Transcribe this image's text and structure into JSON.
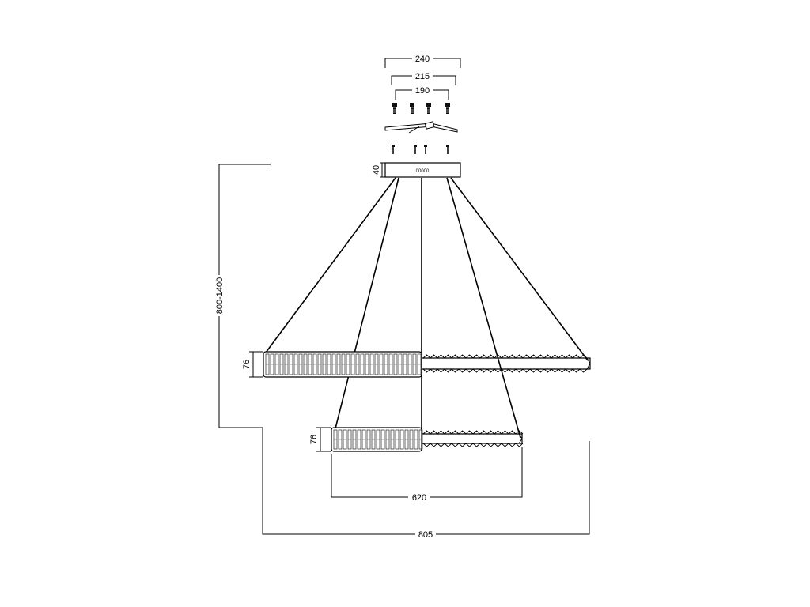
{
  "dimensions": {
    "width_240": "240",
    "width_215": "215",
    "width_190": "190",
    "canopy_height": "40",
    "drop_range": "800-1400",
    "upper_ring_height": "76",
    "lower_ring_height": "76",
    "lower_ring_diameter": "620",
    "upper_ring_diameter": "805"
  },
  "canopy_label": "00000"
}
